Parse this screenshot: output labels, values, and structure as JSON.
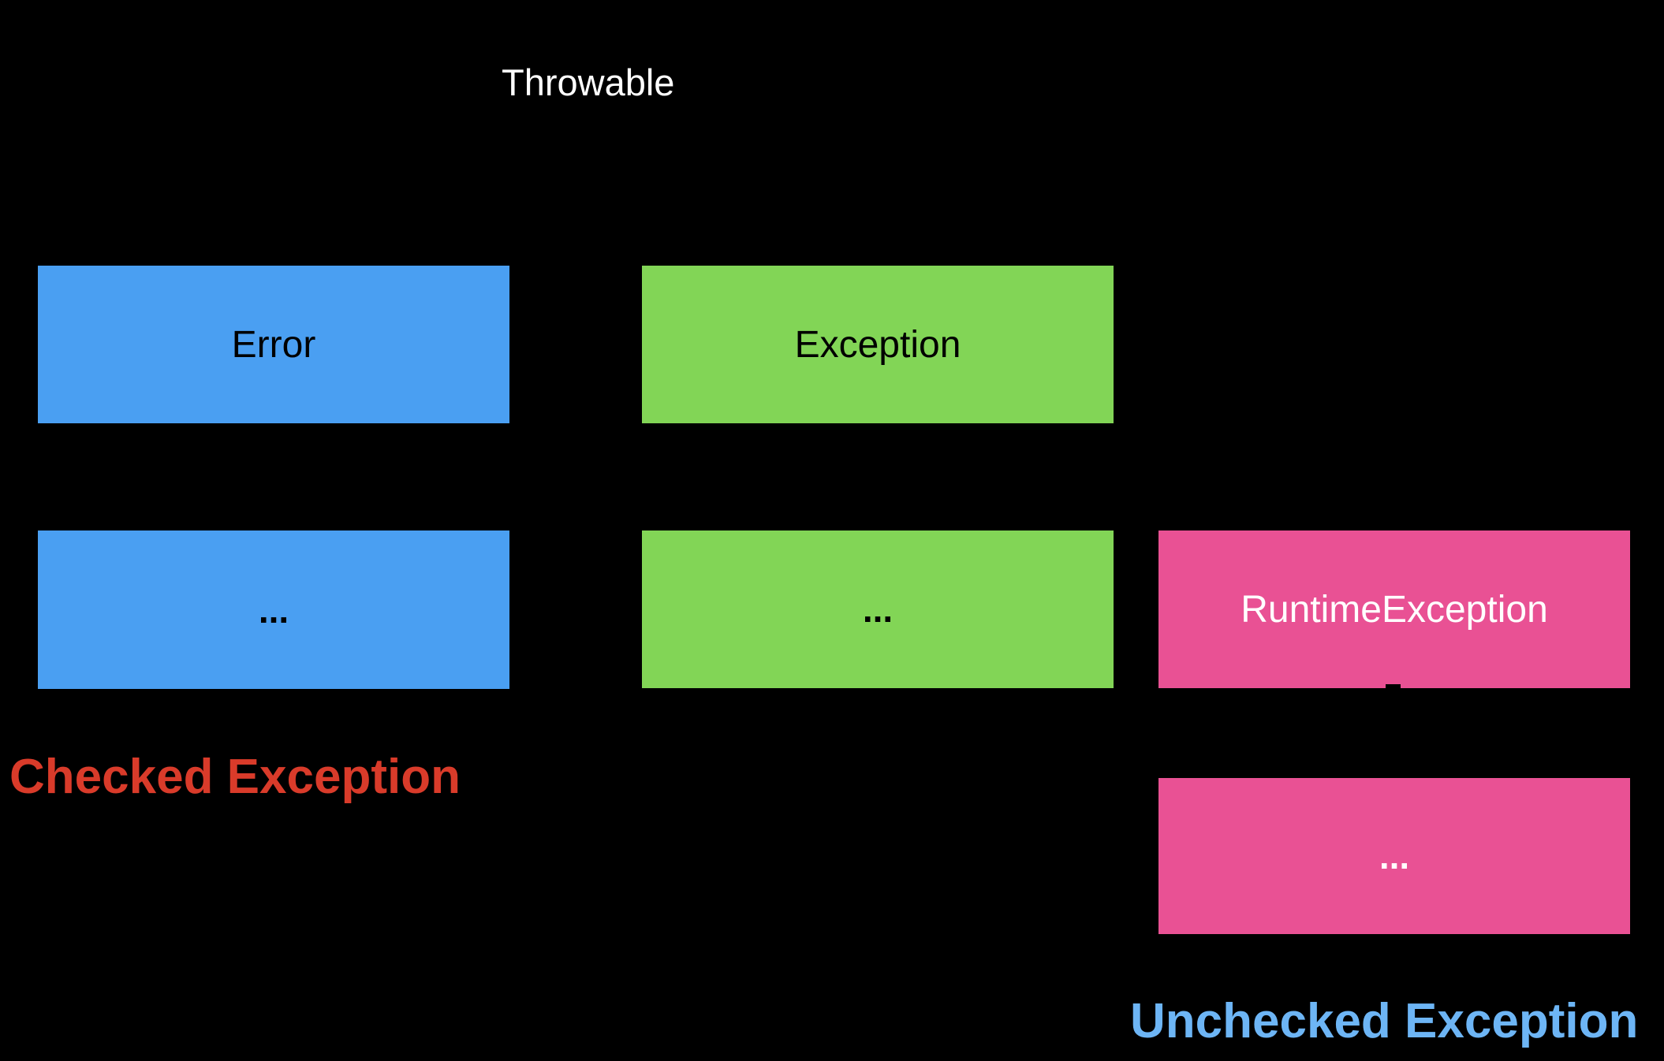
{
  "diagram": {
    "background_color": "#000000",
    "root": {
      "label": "Throwable",
      "text_color": "#FFFFFF"
    },
    "nodes": {
      "error": {
        "label": "Error",
        "fill": "#4A9FF2",
        "text_color": "#000000"
      },
      "exception": {
        "label": "Exception",
        "fill": "#82D556",
        "text_color": "#000000"
      },
      "error_children": {
        "label": "...",
        "fill": "#4A9FF2",
        "text_color": "#000000"
      },
      "exception_children": {
        "label": "...",
        "fill": "#82D556",
        "text_color": "#000000"
      },
      "runtime_exception": {
        "label": "RuntimeException",
        "fill": "#E95194",
        "text_color": "#FFFFFF"
      },
      "runtime_exception_children": {
        "label": "...",
        "fill": "#E95194",
        "text_color": "#FFFFFF"
      }
    },
    "connector": {
      "arrowhead_color": "#000000"
    },
    "captions": {
      "checked": {
        "text": "Checked Exception",
        "color": "#D93B2A"
      },
      "unchecked": {
        "text": "Unchecked Exception",
        "color": "#6DB5F5"
      }
    }
  }
}
